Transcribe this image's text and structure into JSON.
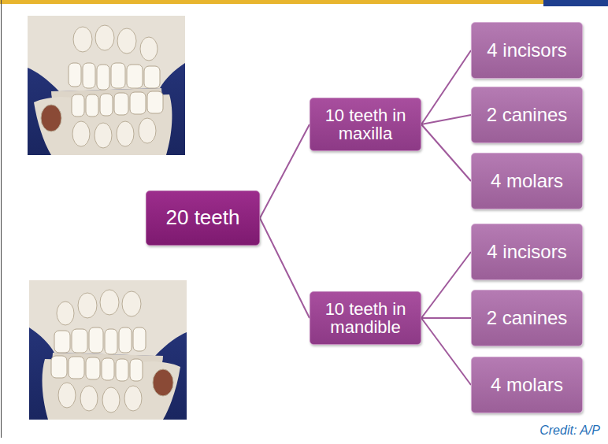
{
  "diagram": {
    "nodes": [
      {
        "text": [
          "20 teeth"
        ]
      },
      {
        "text": [
          "10 teeth in maxilla"
        ]
      },
      {
        "text": [
          "4 incisors"
        ]
      },
      {
        "text": [
          "2 canines"
        ]
      },
      {
        "text": [
          "4 molars"
        ]
      },
      {
        "text": [
          "10 teeth in mandible"
        ]
      },
      {
        "text": [
          "4 incisors"
        ]
      },
      {
        "text": [
          "2 canines"
        ]
      },
      {
        "text": [
          "4 molars"
        ]
      }
    ],
    "edges": [
      {
        "from": 0,
        "to": 1,
        "arrow": "none"
      },
      {
        "from": 0,
        "to": 5,
        "arrow": "none"
      },
      {
        "from": 1,
        "to": 2,
        "arrow": "none"
      },
      {
        "from": 1,
        "to": 3,
        "arrow": "none"
      },
      {
        "from": 1,
        "to": 4,
        "arrow": "none"
      },
      {
        "from": 5,
        "to": 6,
        "arrow": "none"
      },
      {
        "from": 5,
        "to": 7,
        "arrow": "none"
      },
      {
        "from": 5,
        "to": 8,
        "arrow": "none"
      }
    ],
    "labels": [
      "Credit: A/P"
    ]
  }
}
